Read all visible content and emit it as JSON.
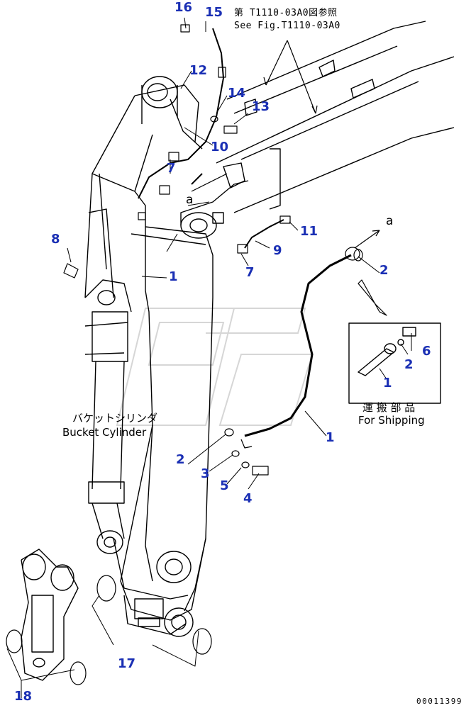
{
  "reference": {
    "line1": "第 T1110-03A0図参照",
    "line2": "See Fig.T1110-03A0"
  },
  "bucket_cylinder": {
    "ja": "バケットシリンダ",
    "en": "Bucket Cylinder"
  },
  "for_shipping": {
    "ja": "運 搬 部 品",
    "en": "For Shipping"
  },
  "callouts": {
    "c16": "16",
    "c15": "15",
    "c12": "12",
    "c14": "14",
    "c13": "13",
    "c10": "10",
    "c7a": "7",
    "c8": "8",
    "c1a": "1",
    "c11": "11",
    "c9": "9",
    "c7b": "7",
    "c2a": "2",
    "c2b": "2",
    "c6": "6",
    "c1b": "1",
    "c1c": "1",
    "c2c": "2",
    "c3": "3",
    "c5": "5",
    "c4": "4",
    "c17": "17",
    "c18": "18"
  },
  "view_letters": {
    "a1": "a",
    "a2": "a"
  },
  "drawing_code": "00011399",
  "colors": {
    "callout": "#1a2fb4",
    "line": "#000000",
    "watermark": "#d6d6d6"
  }
}
